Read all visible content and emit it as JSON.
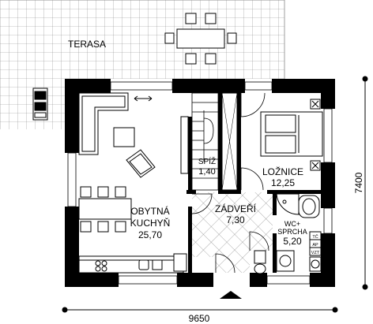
{
  "rooms": {
    "terasa": {
      "name": "TERASA"
    },
    "obytna": {
      "name_line1": "OBYTNÁ",
      "name_line2": "KUCHYŇ",
      "area": "25,70"
    },
    "spiz": {
      "name": "SPÍŽ",
      "area": "1,40"
    },
    "loznice": {
      "name": "LOŽNICE",
      "area": "12,25"
    },
    "zadveri": {
      "name": "ZÁDVEŘÍ",
      "area": "7,30"
    },
    "wc": {
      "name_line1": "WC+",
      "name_line2": "SPRCHA",
      "area": "5,20"
    }
  },
  "fixtures": {
    "tc": "TČ",
    "ap": "AP",
    "vzt": "VZT"
  },
  "dimensions": {
    "width": "9650",
    "depth": "7400"
  }
}
